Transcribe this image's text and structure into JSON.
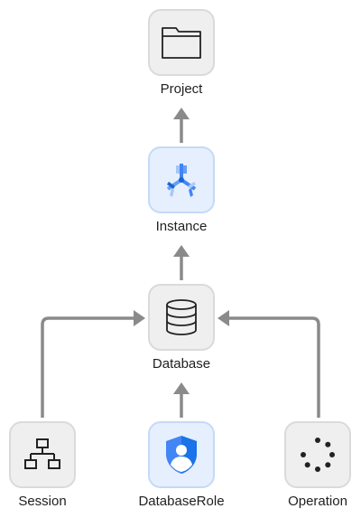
{
  "diagram": {
    "nodes": [
      {
        "id": "project",
        "label": "Project",
        "icon": "folder-icon",
        "style": "neutral"
      },
      {
        "id": "instance",
        "label": "Instance",
        "icon": "cloud-spanner-icon",
        "style": "gcp"
      },
      {
        "id": "database",
        "label": "Database",
        "icon": "database-icon",
        "style": "neutral"
      },
      {
        "id": "session",
        "label": "Session",
        "icon": "network-tree-icon",
        "style": "neutral"
      },
      {
        "id": "databaserole",
        "label": "DatabaseRole",
        "icon": "identity-shield-icon",
        "style": "gcp"
      },
      {
        "id": "operation",
        "label": "Operation",
        "icon": "loading-dots-icon",
        "style": "neutral"
      }
    ],
    "edges": [
      {
        "from": "instance",
        "to": "project"
      },
      {
        "from": "database",
        "to": "instance"
      },
      {
        "from": "session",
        "to": "database"
      },
      {
        "from": "databaserole",
        "to": "database"
      },
      {
        "from": "operation",
        "to": "database"
      }
    ],
    "colors": {
      "arrow": "#8a8a8a",
      "tile_neutral": "#efefef",
      "tile_gcp": "#e6effd",
      "gcp_blue": "#4285f4"
    }
  }
}
